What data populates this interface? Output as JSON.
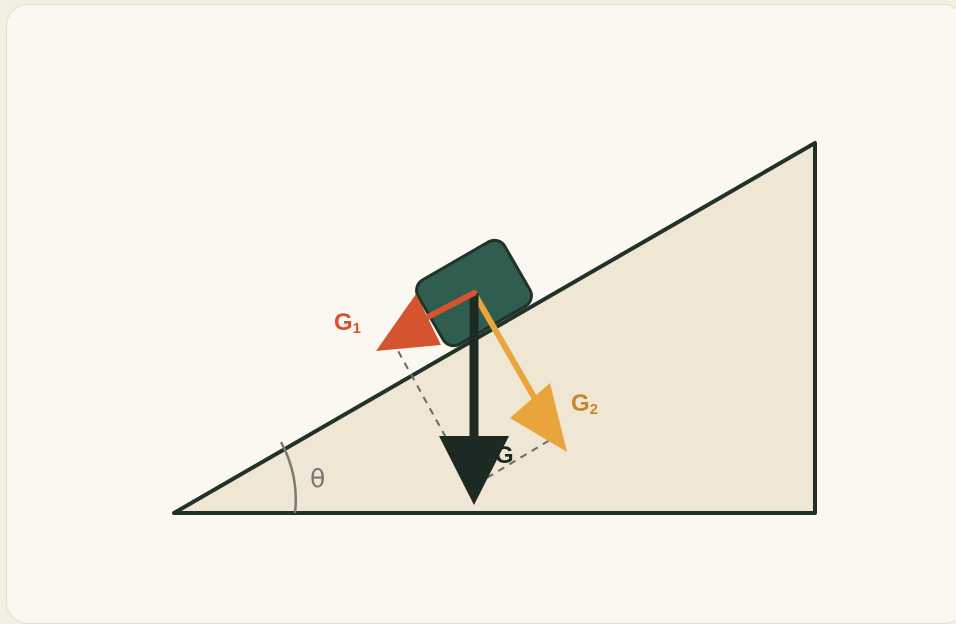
{
  "labels": {
    "g1_main": "G",
    "g1_sub": "1",
    "g2_main": "G",
    "g2_sub": "2",
    "g": "G",
    "theta": "θ"
  },
  "colors": {
    "incline_fill": "#efe7d3",
    "outline": "#223229",
    "block": "#2f5d4f",
    "g1": "#d4542f",
    "g2": "#e9a43b",
    "g": "#1d2a24",
    "dashed": "#6b6b66",
    "angle_arc": "#7a7a72",
    "g1_label": "#d4542f",
    "g2_label": "#c9872a"
  }
}
